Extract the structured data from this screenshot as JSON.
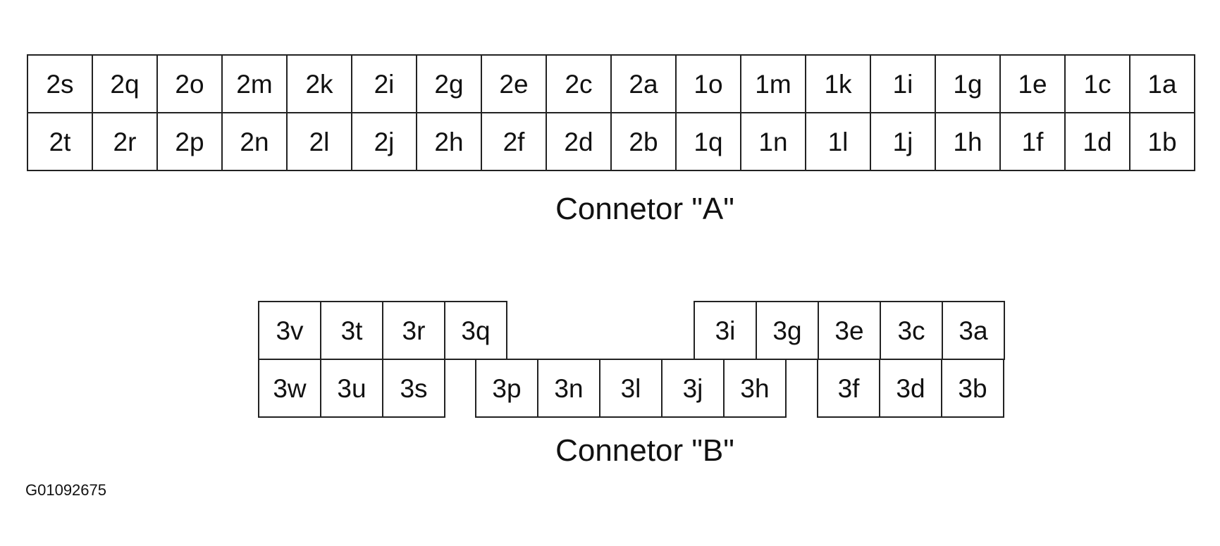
{
  "connector_a": {
    "caption": "Connetor \"A\"",
    "top_row": [
      "2s",
      "2q",
      "2o",
      "2m",
      "2k",
      "2i",
      "2g",
      "2e",
      "2c",
      "2a",
      "1o",
      "1m",
      "1k",
      "1i",
      "1g",
      "1e",
      "1c",
      "1a"
    ],
    "bottom_row": [
      "2t",
      "2r",
      "2p",
      "2n",
      "2l",
      "2j",
      "2h",
      "2f",
      "2d",
      "2b",
      "1q",
      "1n",
      "1l",
      "1j",
      "1h",
      "1f",
      "1d",
      "1b"
    ]
  },
  "connector_b": {
    "caption": "Connetor \"B\"",
    "top_left": [
      "3v",
      "3t",
      "3r",
      "3q"
    ],
    "top_right": [
      "3i",
      "3g",
      "3e",
      "3c",
      "3a"
    ],
    "bottom_left": [
      "3w",
      "3u",
      "3s"
    ],
    "bottom_middle": [
      "3p",
      "3n",
      "3l",
      "3j",
      "3h"
    ],
    "bottom_right": [
      "3f",
      "3d",
      "3b"
    ]
  },
  "reference_code": "G01092675"
}
